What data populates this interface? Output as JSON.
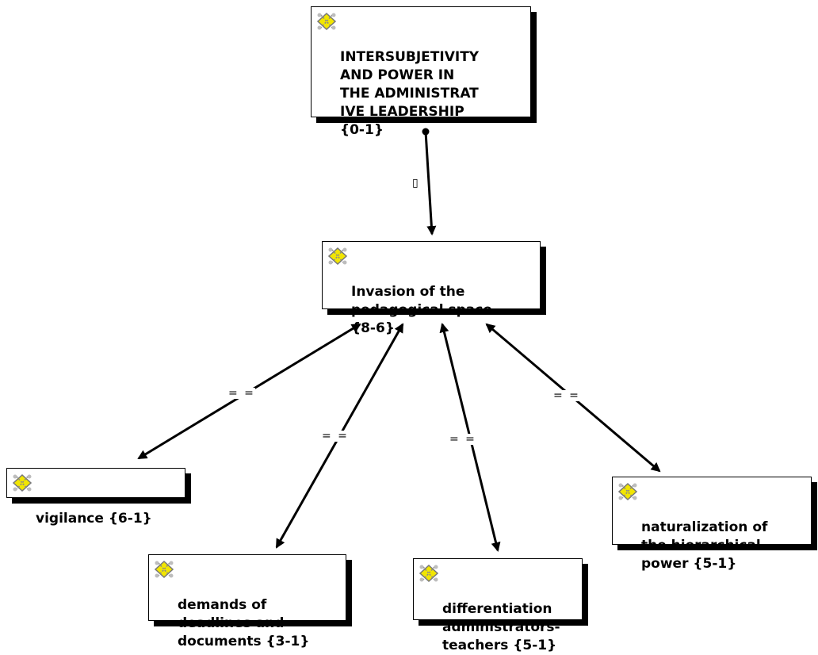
{
  "nodes": {
    "root": {
      "label": "INTERSUBJETIVITY\nAND POWER IN\nTHE ADMINISTRAT\nIVE LEADERSHIP\n{0-1}",
      "icon": "network-node-icon"
    },
    "invasion": {
      "label": "Invasion of the\npedagogical space\n{8-6}",
      "icon": "network-node-icon"
    },
    "vigilance": {
      "label": "vigilance {6-1}",
      "icon": "network-node-icon"
    },
    "demands": {
      "label": "demands of\ndeadlines and\ndocuments {3-1}",
      "icon": "network-node-icon"
    },
    "differentiation": {
      "label": "differentiation\nadministrators-\nteachers {5-1}",
      "icon": "network-node-icon"
    },
    "naturalization": {
      "label": "naturalization of\nthe hierarchical\npower {5-1}",
      "icon": "network-node-icon"
    }
  },
  "edges": {
    "root_invasion": {
      "label": "▯"
    },
    "invasion_vigilance": {
      "label": "= ="
    },
    "invasion_demands": {
      "label": "= ="
    },
    "invasion_differentiation": {
      "label": "= ="
    },
    "invasion_naturalization": {
      "label": "= ="
    }
  },
  "colors": {
    "line": "#000000",
    "icon_fill": "#f2e600",
    "icon_stroke": "#8a8a8a"
  }
}
